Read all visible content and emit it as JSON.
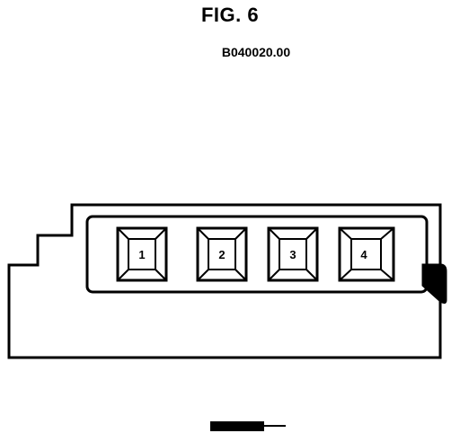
{
  "figure": {
    "title": "FIG. 6",
    "code": "B040020.00"
  },
  "connector": {
    "cavities": [
      "1",
      "2",
      "3",
      "4"
    ]
  }
}
